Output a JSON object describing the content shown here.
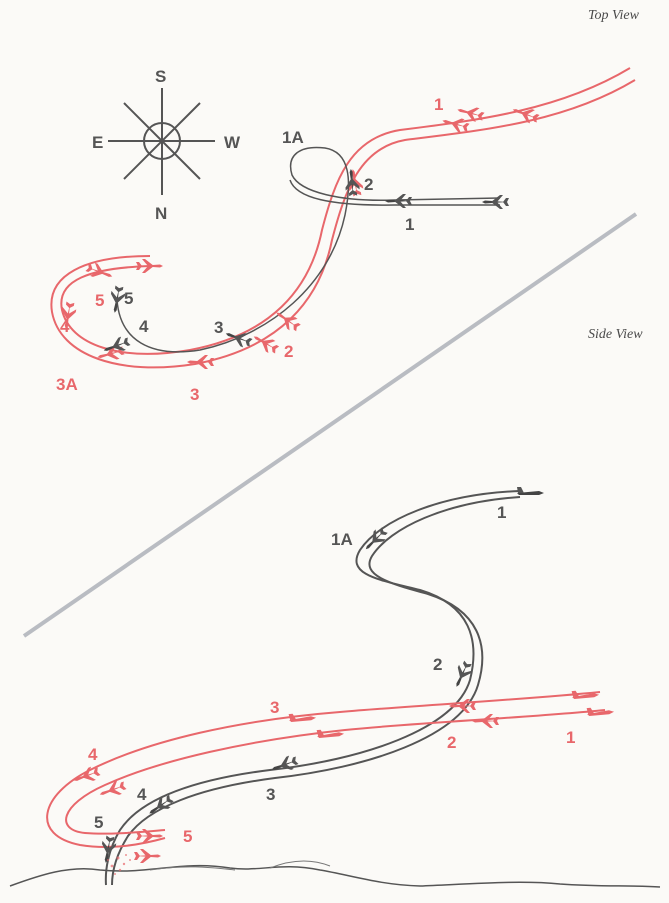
{
  "views": {
    "top": "Top View",
    "side": "Side View"
  },
  "compass": {
    "s": "S",
    "n": "N",
    "e": "E",
    "w": "W"
  },
  "top_labels": {
    "red_1": "1",
    "red_2": "2",
    "red_3": "3",
    "red_3a": "3A",
    "red_4": "4",
    "red_5": "5",
    "gray_1": "1",
    "gray_1a": "1A",
    "gray_2": "2",
    "gray_3": "3",
    "gray_4": "4",
    "gray_5": "5"
  },
  "side_labels": {
    "gray_1": "1",
    "gray_1a": "1A",
    "gray_2": "2",
    "gray_3": "3",
    "gray_4": "4",
    "gray_5": "5",
    "red_1": "1",
    "red_2": "2",
    "red_3": "3",
    "red_4": "4",
    "red_5": "5"
  },
  "colors": {
    "red": "#e8676b",
    "gray": "#555555",
    "divider": "#b9bcc2"
  }
}
